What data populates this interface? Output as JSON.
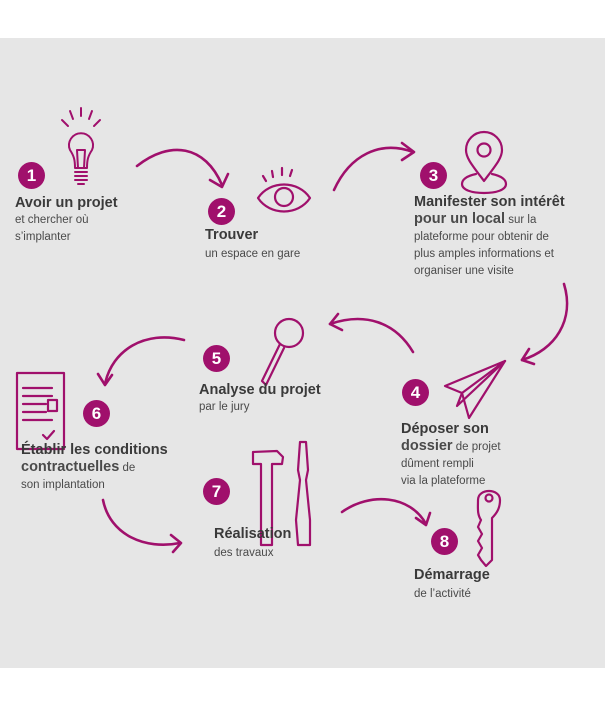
{
  "colors": {
    "accent": "#a0106c",
    "background": "#e6e6e6",
    "text": "#3a3a3a"
  },
  "steps": [
    {
      "number": "1",
      "icon": "lightbulb-icon",
      "title": "Avoir un projet",
      "sub": [
        "et chercher où",
        "s’implanter"
      ]
    },
    {
      "number": "2",
      "icon": "eye-icon",
      "title": "Trouver",
      "sub": [
        "un espace en gare"
      ]
    },
    {
      "number": "3",
      "icon": "map-pin-icon",
      "title": "Manifester son intérêt",
      "title2": "pour un local",
      "title2_rest": " sur la",
      "sub": [
        "plateforme pour obtenir de",
        "plus amples informations et",
        "organiser une visite"
      ]
    },
    {
      "number": "4",
      "icon": "paper-plane-icon",
      "title": "Déposer son",
      "title2": "dossier",
      "title2_rest": " de projet",
      "sub": [
        "dûment rempli",
        "via la plateforme"
      ]
    },
    {
      "number": "5",
      "icon": "magnifier-icon",
      "title": "Analyse du projet",
      "sub": [
        "par le jury"
      ]
    },
    {
      "number": "6",
      "icon": "contract-document-icon",
      "title": "Établir les conditions",
      "title2": "contractuelles",
      "title2_rest": " de",
      "sub": [
        "son implantation"
      ]
    },
    {
      "number": "7",
      "icon": "tools-icon",
      "title": "Réalisation",
      "sub": [
        "des travaux"
      ]
    },
    {
      "number": "8",
      "icon": "key-icon",
      "title": "Démarrage",
      "sub": [
        "de l’activité"
      ]
    }
  ]
}
